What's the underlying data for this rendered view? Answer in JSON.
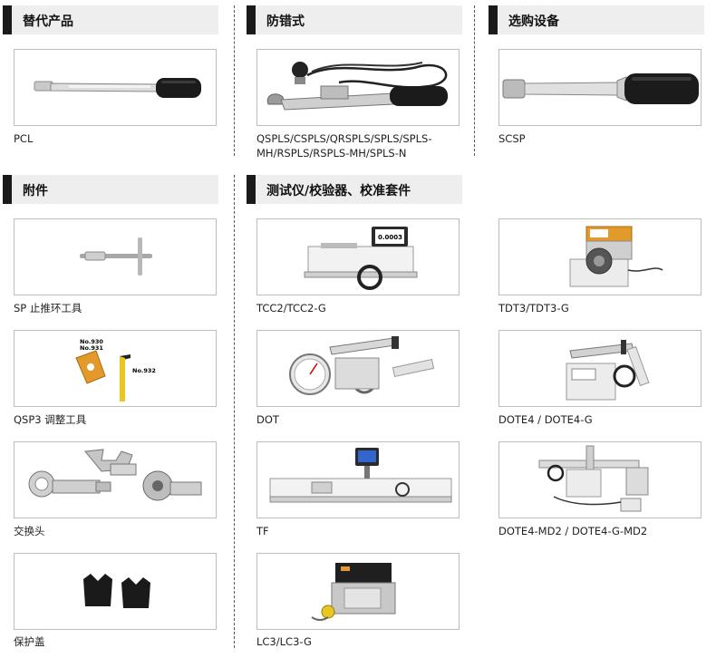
{
  "sections": {
    "replacement": {
      "title": "替代产品"
    },
    "error_proof": {
      "title": "防错式"
    },
    "optional": {
      "title": "选购设备"
    },
    "accessories": {
      "title": "附件"
    },
    "testers": {
      "title": "测试仪/校验器、校准套件"
    }
  },
  "products": {
    "pcl": {
      "label": "PCL"
    },
    "qspls": {
      "label_line1": "QSPLS/CSPLS/QRSPLS/SPLS/SPLS-",
      "label_line2": "MH/RSPLS/RSPLS-MH/SPLS-N"
    },
    "scsp": {
      "label": "SCSP"
    },
    "sp": {
      "label": "SP 止推环工具"
    },
    "qsp3": {
      "label": "QSP3 调整工具",
      "tag1": "No.930",
      "tag2": "No.931",
      "tag3": "No.932"
    },
    "heads": {
      "label": "交换头"
    },
    "caps": {
      "label": "保护盖"
    },
    "tcc2": {
      "label": "TCC2/TCC2-G",
      "screen_value": "0.0003"
    },
    "tdt3": {
      "label": "TDT3/TDT3-G"
    },
    "dot": {
      "label": "DOT"
    },
    "dote4": {
      "label": "DOTE4 / DOTE4-G"
    },
    "tf": {
      "label": "TF"
    },
    "dote4md2": {
      "label": "DOTE4-MD2 / DOTE4-G-MD2"
    },
    "lc3": {
      "label": "LC3/LC3-G"
    }
  }
}
